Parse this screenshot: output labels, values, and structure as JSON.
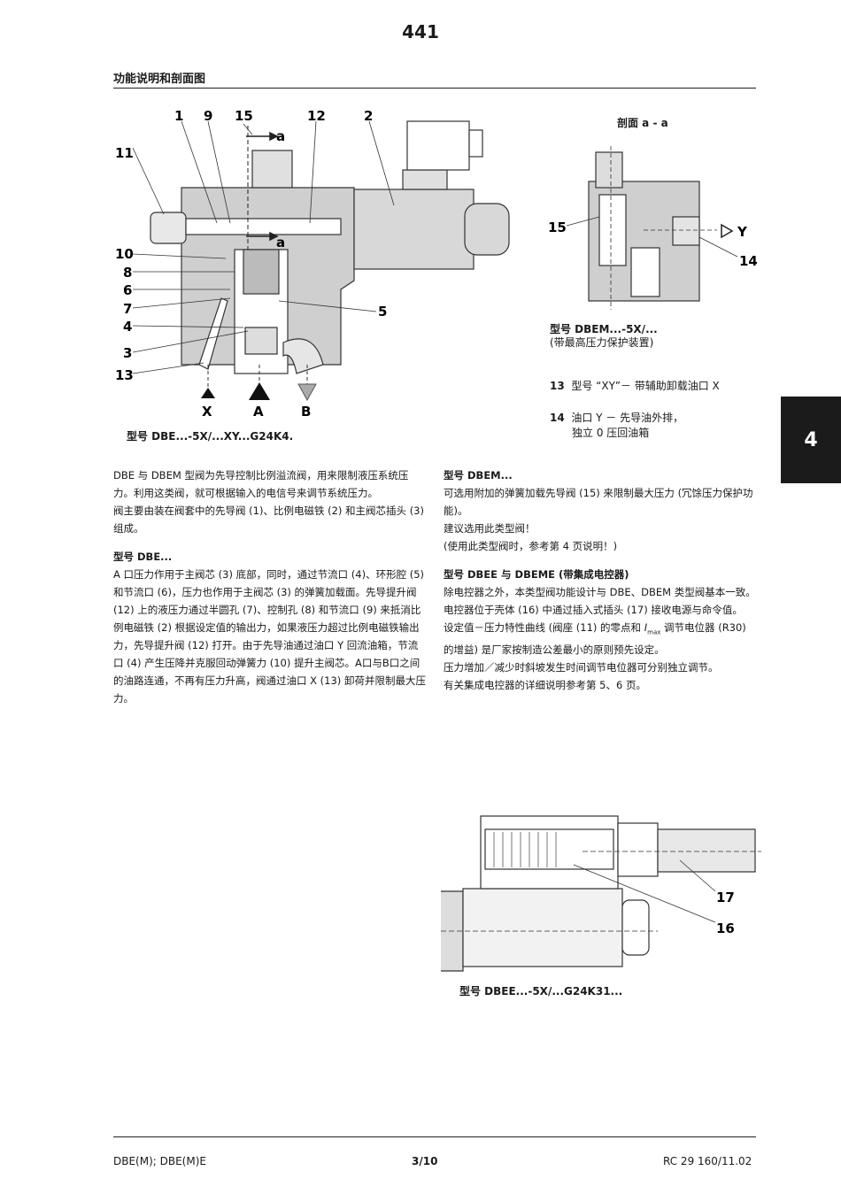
{
  "header": {
    "page_number": "441",
    "section_title": "功能说明和剖面图"
  },
  "side_tab": {
    "label": "4"
  },
  "figure_main": {
    "callouts_top": [
      "1",
      "9",
      "15",
      "12",
      "2"
    ],
    "callouts_left": [
      "11",
      "10",
      "8",
      "6",
      "7",
      "4",
      "3",
      "13"
    ],
    "callout_right": "5",
    "section_marks": [
      "a",
      "a"
    ],
    "ports": [
      "X",
      "A",
      "B"
    ],
    "caption": "型号 DBE...-5X/...XY...G24K4."
  },
  "figure_section": {
    "title": "剖面 a - a",
    "callout_left": "15",
    "callout_right": "14",
    "port": "Y",
    "caption_line1": "型号 DBEM...-5X/...",
    "caption_line2": "(带最高压力保护装置)"
  },
  "legend": [
    {
      "num": "13",
      "text": "型号 “XY”－ 带辅助卸载油口 X"
    },
    {
      "num": "14",
      "text": "油口 Y － 先导油外排，",
      "text2": "独立 0 压回油箱"
    }
  ],
  "left_column": {
    "intro_1": "DBE 与 DBEM 型阀为先导控制比例溢流阀，用来限制液压系统压力。利用这类阀，就可根据输入的电信号来调节系统压力。",
    "intro_2": "阀主要由装在阀套中的先导阀 (1)、比例电磁铁 (2) 和主阀芯插头 (3) 组成。",
    "dbe_heading": "型号 DBE...",
    "dbe_text": "A 口压力作用于主阀芯 (3) 底部，同时，通过节流口 (4)、环形腔 (5) 和节流口 (6)，压力也作用于主阀芯 (3) 的弹簧加载面。先导提升阀 (12) 上的液压力通过半圆孔 (7)、控制孔 (8) 和节流口 (9) 来抵消比例电磁铁 (2) 根据设定值的输出力，如果液压力超过比例电磁铁输出力，先导提升阀 (12) 打开。由于先导油通过油口 Y 回流油箱，节流口 (4) 产生压降并克服回动弹簧力 (10) 提升主阀芯。A口与B口之间的油路连通，不再有压力升高，阀通过油口 X (13) 卸荷并限制最大压力。"
  },
  "right_column": {
    "dbem_heading": "型号 DBEM...",
    "dbem_text": "可选用附加的弹簧加载先导阀 (15) 来限制最大压力 (冗馀压力保护功能)。",
    "dbem_recommend": "建议选用此类型阀！",
    "dbem_note": "(使用此类型阀时，参考第 4 页说明！)",
    "dbee_heading": "型号 DBEE 与 DBEME (带集成电控器)",
    "dbee_text_1": "除电控器之外，本类型阀功能设计与 DBE、DBEM 类型阀基本一致。电控器位于壳体 (16) 中通过插入式插头 (17) 接收电源与命令值。",
    "dbee_text_2a": "设定值－压力特性曲线 (阀座 (11) 的零点和 ",
    "dbee_text_2_I": "I",
    "dbee_text_2_sub": "max",
    "dbee_text_2b": " 调节电位器 (R30) 的增益) 是厂家按制造公差最小的原则预先设定。",
    "dbee_text_3": "压力增加／减少时斜坡发生时间调节电位器可分别独立调节。",
    "dbee_text_4": "有关集成电控器的详细说明参考第 5、6 页。"
  },
  "figure_bottom": {
    "callouts": [
      "17",
      "16"
    ],
    "caption": "型号 DBEE...-5X/...G24K31..."
  },
  "footer": {
    "left": "DBE(M); DBE(M)E",
    "center": "3/10",
    "right": "RC 29 160/11.02"
  }
}
